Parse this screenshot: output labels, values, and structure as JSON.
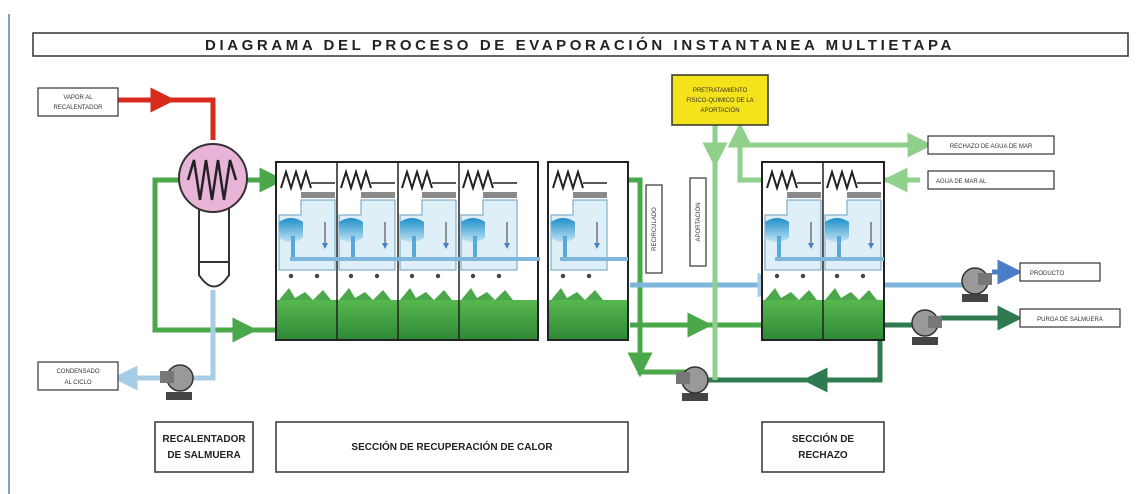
{
  "title": "DIAGRAMA DEL PROCESO DE EVAPORACIÓN INSTANTANEA MULTIETAPA",
  "inputs": {
    "vapor_line1": "VAPOR AL",
    "vapor_line2": "RECALENTADOR",
    "condensado_line1": "CONDENSADO",
    "condensado_line2": "AL CICLO"
  },
  "pretratamiento": {
    "line1": "PRETRATAMIENTO",
    "line2": "FISICO-QUIMICO DE LA",
    "line3": "APORTACIÓN"
  },
  "outputs": {
    "rechazo_agua_mar": "RECHAZO DE AGUA DE MAR",
    "agua_de_mar": "AGUA DE MAR AL",
    "producto": "PRODUCTO",
    "purga_salmuera": "PURGA DE SALMUERA"
  },
  "vertical_labels": {
    "recirculado": "RECIRCULADO",
    "aportacion": "APORTACIÓN"
  },
  "sections": {
    "recalentador_line1": "RECALENTADOR",
    "recalentador_line2": "DE SALMUERA",
    "recuperacion": "SECCIÓN DE RECUPERACIÓN DE CALOR",
    "rechazo_line1": "SECCIÓN DE",
    "rechazo_line2": "RECHAZO"
  },
  "colors": {
    "steam": "#d92a1e",
    "brine": "#4aa84a",
    "brine_dark": "#2f7a4f",
    "seawater": "#8fd08a",
    "product": "#7fb6db",
    "vessel_body": "#e8b4d8",
    "chamber_water": "#2f9fd3",
    "pretratamiento_fill": "#f4e21a"
  }
}
